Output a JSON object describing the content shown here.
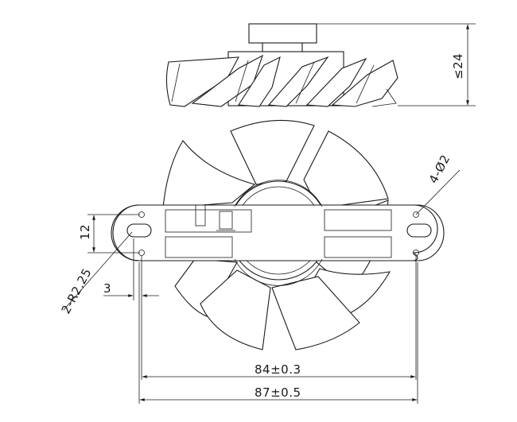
{
  "drawing": {
    "height_label": "≤24",
    "hole_label": "4-Ø2",
    "radius_label": "2-R2.25",
    "slot_height_label": "12",
    "offset_label": "3",
    "hole_span_label": "84±0.3",
    "overall_span_label": "87±0.5"
  }
}
